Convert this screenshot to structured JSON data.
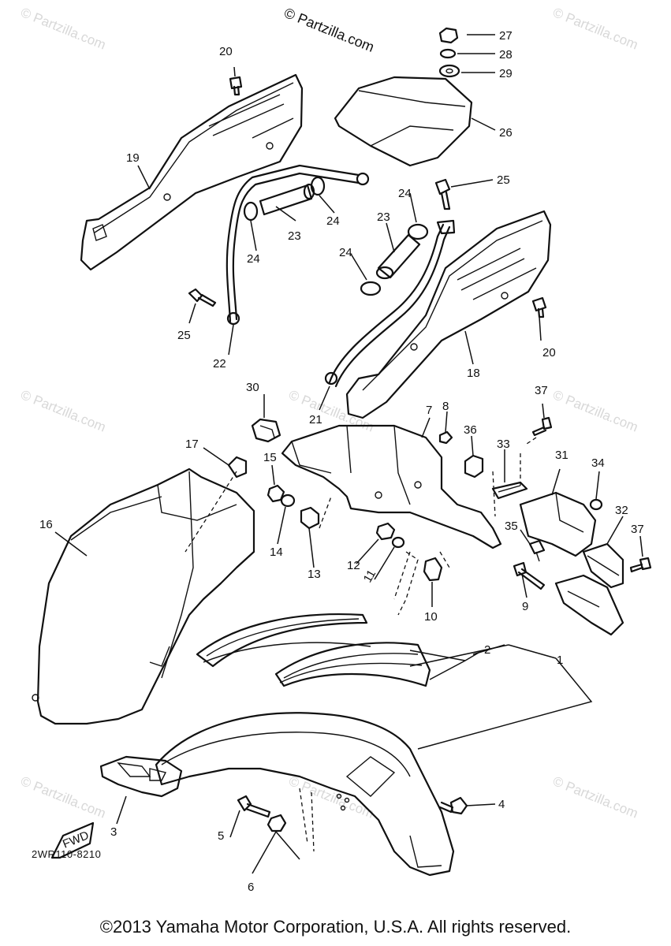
{
  "watermark_text": "© Partzilla.com",
  "copyright_top": "© Partzilla.com",
  "diagram_code": "2WR110-8210",
  "footer": "©2013  Yamaha Motor Corporation, U.S.A. All rights reserved.",
  "fwd_label": "FWD",
  "callouts": {
    "c1": "1",
    "c2": "2",
    "c3": "3",
    "c4": "4",
    "c5": "5",
    "c6": "6",
    "c7": "7",
    "c8": "8",
    "c9": "9",
    "c10": "10",
    "c11": "11",
    "c12": "12",
    "c13": "13",
    "c14": "14",
    "c15": "15",
    "c16": "16",
    "c17": "17",
    "c18": "18",
    "c19": "19",
    "c20a": "20",
    "c20b": "20",
    "c21": "21",
    "c22": "22",
    "c23a": "23",
    "c23b": "23",
    "c24a": "24",
    "c24b": "24",
    "c24c": "24",
    "c24d": "24",
    "c25a": "25",
    "c25b": "25",
    "c26": "26",
    "c27": "27",
    "c28": "28",
    "c29": "29",
    "c30": "30",
    "c31": "31",
    "c32": "32",
    "c33": "33",
    "c34": "34",
    "c35": "35",
    "c36": "36",
    "c37a": "37",
    "c37b": "37"
  }
}
